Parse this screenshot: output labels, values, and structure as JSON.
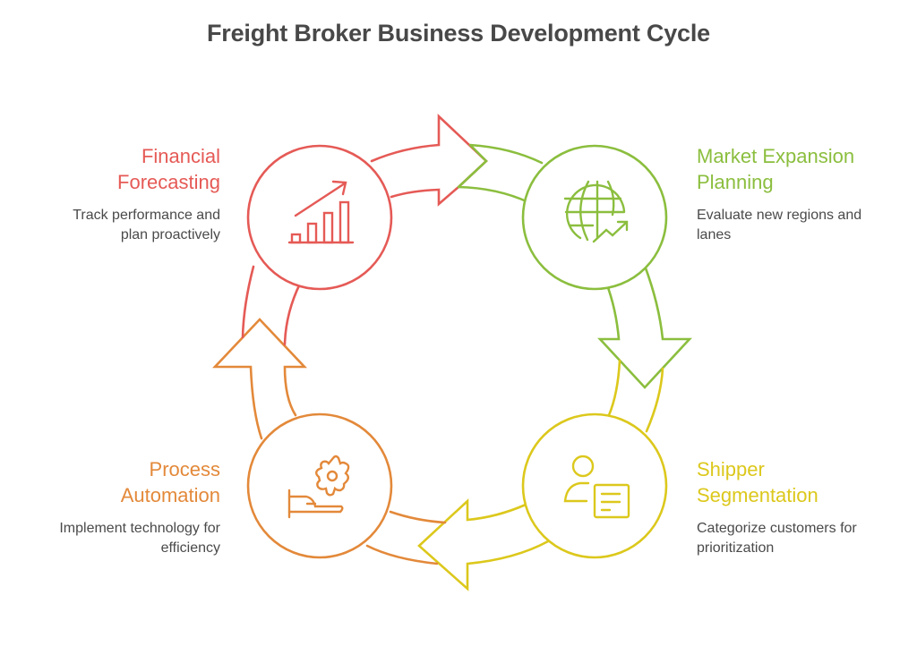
{
  "title": "Freight Broker Business Development Cycle",
  "colors": {
    "red": "#E55A56",
    "green": "#8BBE3E",
    "yellow": "#DCC81C",
    "orange": "#E3893A",
    "text": "#4A4A4A"
  },
  "steps": [
    {
      "title_line1": "Financial",
      "title_line2": "Forecasting",
      "desc_line1": "Track performance and",
      "desc_line2": "plan proactively",
      "icon": "bar-chart-growth-icon",
      "color": "#E55A56"
    },
    {
      "title_line1": "Market Expansion",
      "title_line2": "Planning",
      "desc_line1": "Evaluate new regions and",
      "desc_line2": "lanes",
      "icon": "globe-trend-icon",
      "color": "#8BBE3E"
    },
    {
      "title_line1": "Shipper",
      "title_line2": "Segmentation",
      "desc_line1": "Categorize customers for",
      "desc_line2": "prioritization",
      "icon": "user-document-icon",
      "color": "#DCC81C"
    },
    {
      "title_line1": "Process",
      "title_line2": "Automation",
      "desc_line1": "Implement technology for",
      "desc_line2": "efficiency",
      "icon": "hand-gear-icon",
      "color": "#E3893A"
    }
  ]
}
